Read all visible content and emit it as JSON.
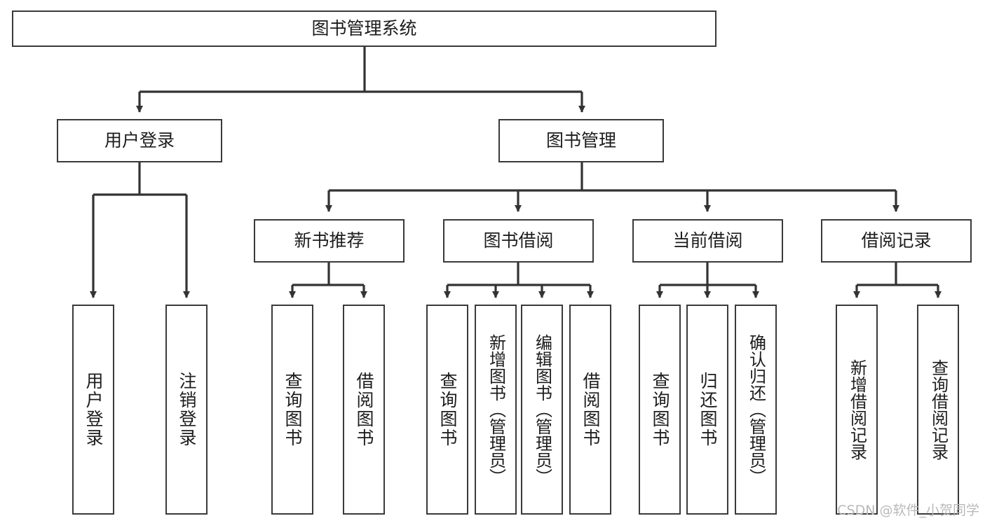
{
  "diagram": {
    "type": "tree",
    "title": "图书管理系统",
    "watermark": "CSDN @软件_小贺同学",
    "colors": {
      "node_border": "#3a3a3a",
      "node_fill": "#ffffff",
      "edge": "#333333",
      "text": "#1d1d1d",
      "watermark": "#b9b9b9",
      "background": "#ffffff"
    },
    "levels": {
      "root": {
        "label": "图书管理系统"
      },
      "level2": [
        {
          "label": "用户登录"
        },
        {
          "label": "图书管理"
        }
      ],
      "level3": [
        {
          "label": "新书推荐"
        },
        {
          "label": "图书借阅"
        },
        {
          "label": "当前借阅"
        },
        {
          "label": "借阅记录"
        }
      ],
      "level4": {
        "user_login_children": [
          {
            "label": "用户登录"
          },
          {
            "label": "注销登录"
          }
        ],
        "new_book_children": [
          {
            "label": "查询图书"
          },
          {
            "label": "借阅图书"
          }
        ],
        "borrow_children": [
          {
            "label": "查询图书"
          },
          {
            "label": "新增图书（管理员）"
          },
          {
            "label": "编辑图书（管理员）"
          },
          {
            "label": "借阅图书"
          }
        ],
        "current_borrow_children": [
          {
            "label": "查询图书"
          },
          {
            "label": "归还图书"
          },
          {
            "label": "确认归还（管理员）"
          }
        ],
        "record_children": [
          {
            "label": "新增借阅记录"
          },
          {
            "label": "查询借阅记录"
          }
        ]
      }
    }
  }
}
